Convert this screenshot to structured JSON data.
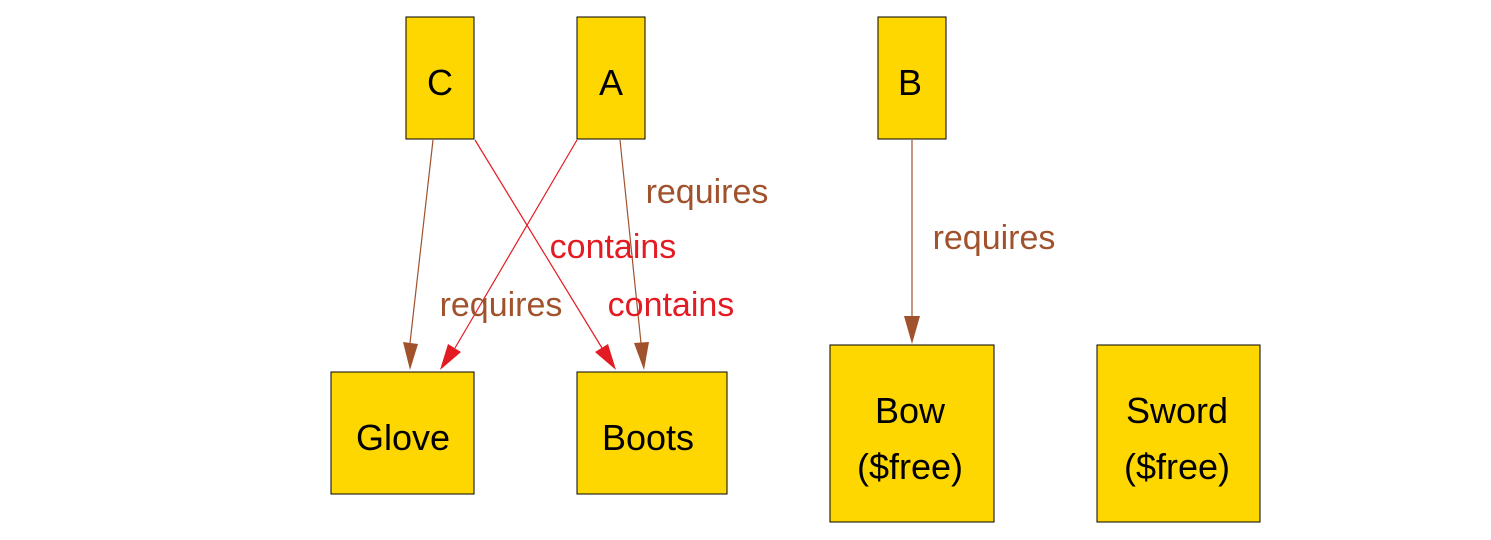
{
  "colors": {
    "node_fill": "#FFD700",
    "node_stroke": "#000000",
    "requires": "#A0522D",
    "contains": "#E31B23"
  },
  "nodes": {
    "C": {
      "label": "C"
    },
    "A": {
      "label": "A"
    },
    "B": {
      "label": "B"
    },
    "glove": {
      "label": "Glove"
    },
    "boots": {
      "label": "Boots"
    },
    "bow": {
      "line1": "Bow",
      "line2": "($free)"
    },
    "sword": {
      "line1": "Sword",
      "line2": "($free)"
    }
  },
  "edges": [
    {
      "from": "C",
      "to": "Glove",
      "label": "requires",
      "kind": "requires"
    },
    {
      "from": "C",
      "to": "Boots",
      "label": "contains",
      "kind": "contains"
    },
    {
      "from": "A",
      "to": "Glove",
      "label": "contains",
      "kind": "contains"
    },
    {
      "from": "A",
      "to": "Boots",
      "label": "requires",
      "kind": "requires"
    },
    {
      "from": "B",
      "to": "Bow",
      "label": "requires",
      "kind": "requires"
    }
  ]
}
